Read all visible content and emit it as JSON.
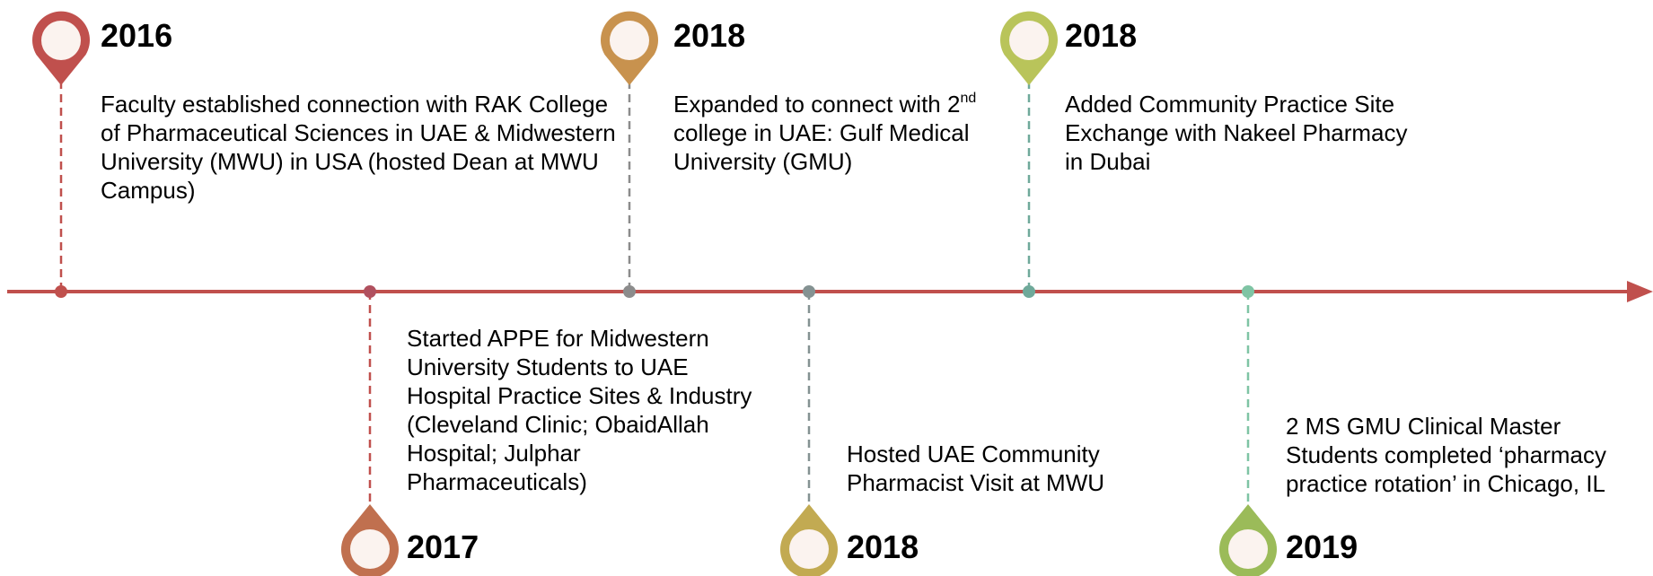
{
  "events": [
    {
      "year": "2016",
      "color": "#c0504d",
      "lines": [
        "Faculty established connection with RAK College",
        "of Pharmaceutical Sciences in UAE & Midwestern",
        "University (MWU) in USA (hosted Dean at MWU",
        "Campus)"
      ]
    },
    {
      "year": "2017",
      "color": "#c0704f",
      "lines": [
        "Started APPE for Midwestern",
        "University Students to UAE",
        "Hospital Practice Sites & Industry",
        "(Cleveland Clinic; ObaidAllah",
        "Hospital; Julphar",
        "Pharmaceuticals)"
      ]
    },
    {
      "year": "2018",
      "color": "#c8924e",
      "lines": [
        "Expanded to connect with 2",
        "college in UAE: Gulf Medical",
        "University (GMU)"
      ],
      "superscript": "nd"
    },
    {
      "year": "2018",
      "color": "#c2aa52",
      "lines": [
        "Hosted UAE Community",
        "Pharmacist Visit at MWU"
      ]
    },
    {
      "year": "2018",
      "color": "#b9c45a",
      "lines": [
        "Added Community Practice Site",
        "Exchange with Nakeel Pharmacy",
        "in Dubai"
      ]
    },
    {
      "year": "2019",
      "color": "#9bbb59",
      "lines": [
        "2 MS GMU Clinical Master",
        "Students completed ‘pharmacy",
        "practice rotation’ in Chicago, IL"
      ]
    }
  ],
  "axis_color": "#c0504d",
  "dot_colors": [
    "#c0504d",
    "#b0505e",
    "#8c8c8c",
    "#849292",
    "#6fa99a",
    "#7fc4a4"
  ],
  "connector_colors": [
    "#c0504d",
    "#c0504d",
    "#8c8c8c",
    "#849292",
    "#6fa99a",
    "#7fc4a4"
  ]
}
